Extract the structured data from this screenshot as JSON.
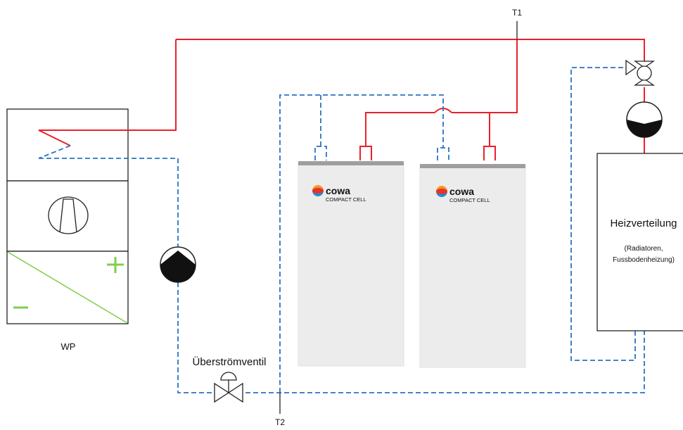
{
  "labels": {
    "wp": "WP",
    "t1": "T1",
    "t2": "T2",
    "overflow_valve": "Überströmventil",
    "heat_distribution": "Heizverteilung",
    "heat_distribution_detail_1": "(Radiatoren,",
    "heat_distribution_detail_2": "Fussbodenheizung)"
  },
  "storage_units": [
    {
      "brand": "cowa",
      "subtitle": "COMPACT CELL"
    },
    {
      "brand": "cowa",
      "subtitle": "COMPACT CELL"
    }
  ],
  "colors": {
    "supply_line": "#e8212b",
    "return_line": "#2a72c4",
    "outline": "#222222",
    "heat_pump_accent": "#7fcf4a",
    "tank_body": "#ececec",
    "tank_top": "#9e9e9e"
  }
}
